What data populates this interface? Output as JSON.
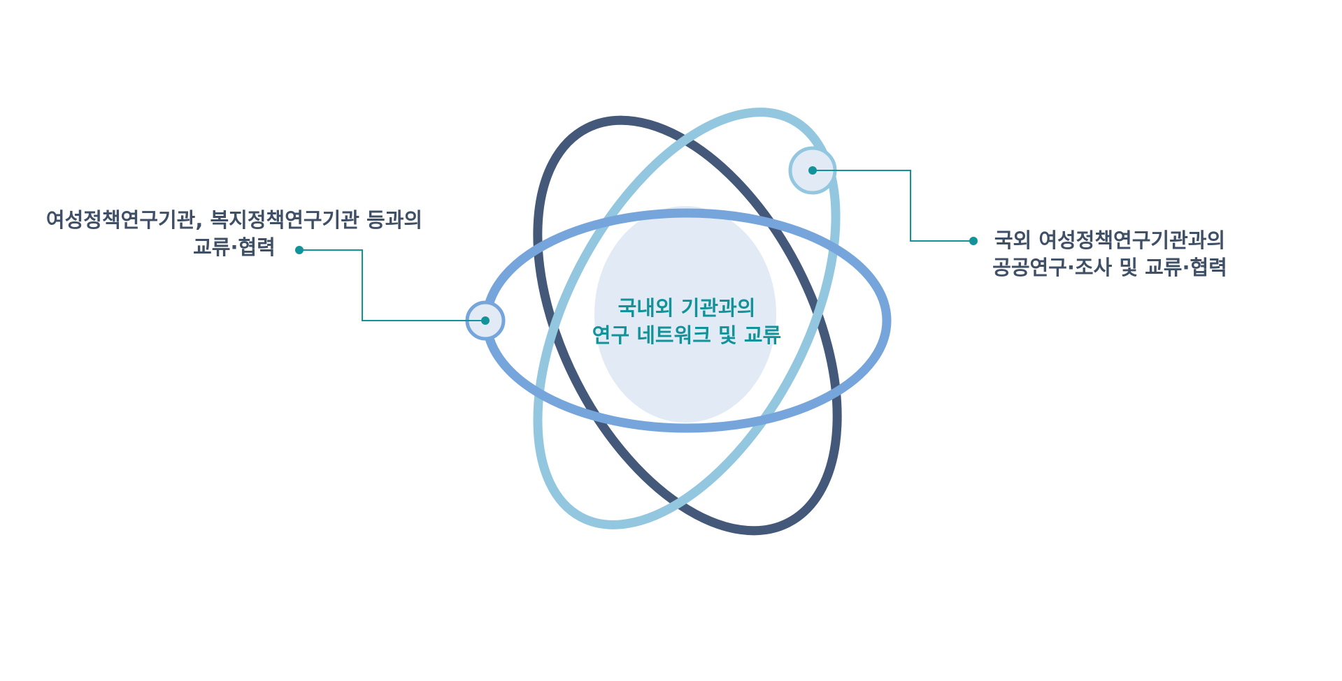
{
  "center": {
    "line1": "국내외 기관과의",
    "line2": "연구 네트워크 및 교류"
  },
  "left_label": {
    "line1": "여성정책연구기관, 복지정책연구기관 등과의",
    "line2": "교류·협력"
  },
  "right_label": {
    "line1": "국외 여성정책연구기관과의",
    "line2": "공공연구·조사 및 교류·협력"
  },
  "colors": {
    "orbit_dark": "#44597a",
    "orbit_light": "#93c7df",
    "orbit_mid": "#76a5db",
    "core_fill": "#e2ebf5",
    "node_fill": "#e2ebf5",
    "connector": "#12939a",
    "center_text": "#12939a",
    "side_text": "#3f4f66"
  }
}
